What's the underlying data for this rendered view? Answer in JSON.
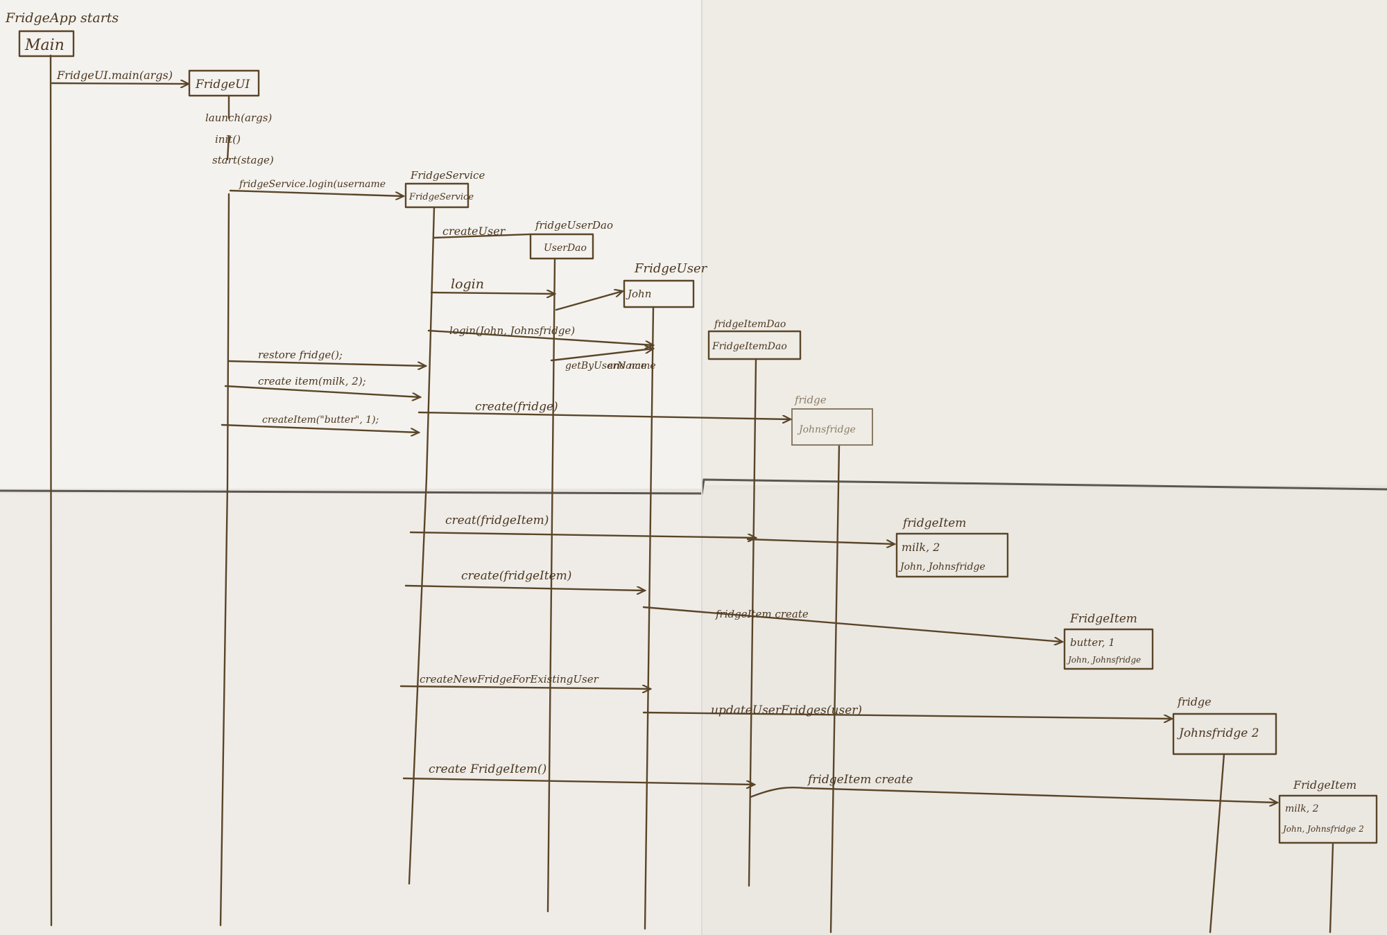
{
  "title": "FridgeApp starts",
  "objects": [
    {
      "id": "main",
      "name": "",
      "box": "Main"
    },
    {
      "id": "fridgeui",
      "name": "",
      "box": "FridgeUI"
    },
    {
      "id": "service",
      "name": "FridgeService",
      "box": "FridgeService"
    },
    {
      "id": "userdao",
      "name": "fridgeUserDao",
      "box": "UserDao"
    },
    {
      "id": "user",
      "name": "FridgeUser",
      "box": "John"
    },
    {
      "id": "itemdao",
      "name": "fridgeItemDao",
      "box": "FridgeItemDao"
    },
    {
      "id": "fridge1",
      "name": "fridge",
      "box": "Johnsfridge"
    },
    {
      "id": "item1",
      "name": "fridgeItem",
      "box": "milk, 2",
      "box2": "John, Johnsfridge"
    },
    {
      "id": "item2",
      "name": "FridgeItem",
      "box": "butter, 1",
      "box2": "John, Johnsfridge"
    },
    {
      "id": "fridge2",
      "name": "fridge",
      "box": "Johnsfridge 2"
    },
    {
      "id": "item3",
      "name": "FridgeItem",
      "box": "milk, 2",
      "box2": "John, Johnsfridge 2"
    }
  ],
  "init_calls": [
    "launch(args)",
    "init()",
    "start(stage)"
  ],
  "messages": [
    {
      "id": "m1",
      "label": "FridgeUI.main(args)"
    },
    {
      "id": "m2",
      "label": "fridgeService.login(username"
    },
    {
      "id": "m3",
      "label": "createUser"
    },
    {
      "id": "m4",
      "label": "login"
    },
    {
      "id": "m5",
      "label": "login(John, Johnsfridge)"
    },
    {
      "id": "m6",
      "label": "getByUserName",
      "label2": "and name"
    },
    {
      "id": "m7",
      "label": "restore fridge();"
    },
    {
      "id": "m8",
      "label": "create item(milk, 2);"
    },
    {
      "id": "m9",
      "label": "createItem(\"butter\", 1);"
    },
    {
      "id": "m10",
      "label": "create(fridge)"
    },
    {
      "id": "m11",
      "label": "creat(fridgeItem)"
    },
    {
      "id": "m12",
      "label": "create(fridgeItem)"
    },
    {
      "id": "m13",
      "label": "fridgeItem create"
    },
    {
      "id": "m14",
      "label": "createNewFridgeForExistingUser"
    },
    {
      "id": "m15",
      "label": "updateUserFridges(user)"
    },
    {
      "id": "m16",
      "label": "create FridgeItem()"
    },
    {
      "id": "m17",
      "label": "fridgeItem create"
    }
  ]
}
